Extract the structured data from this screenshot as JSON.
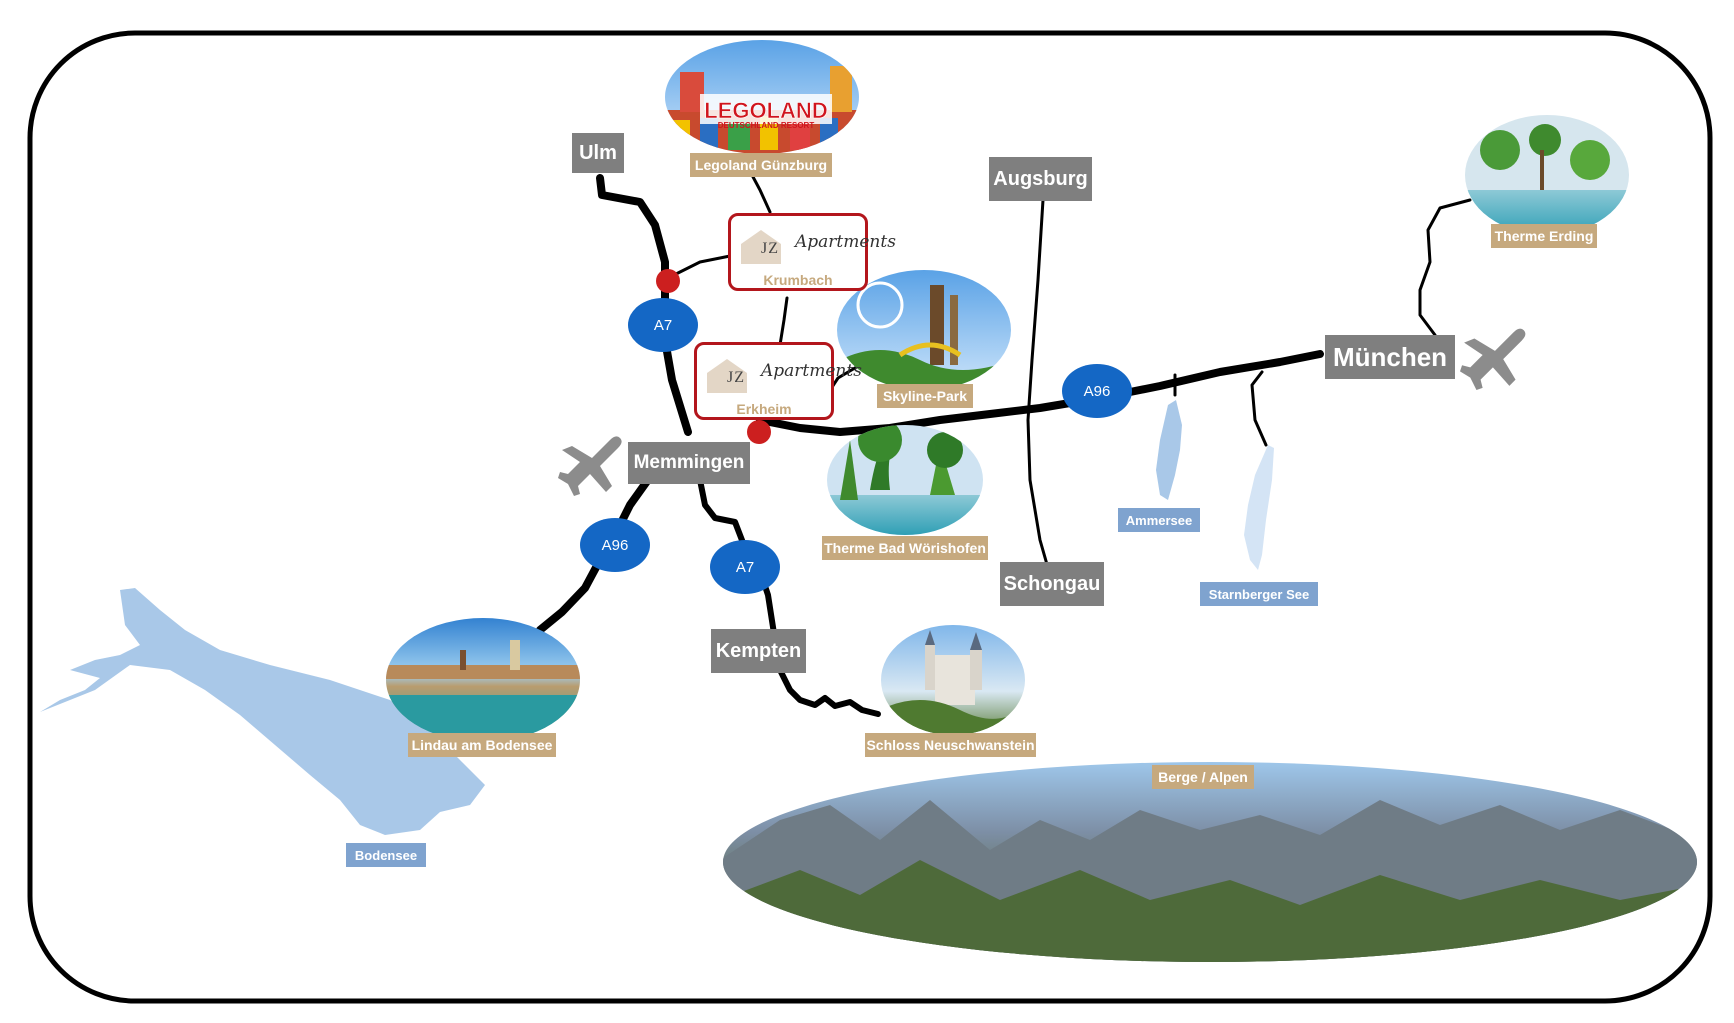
{
  "cities": {
    "ulm": "Ulm",
    "augsburg": "Augsburg",
    "muenchen": "München",
    "memmingen": "Memmingen",
    "kempten": "Kempten",
    "schongau": "Schongau"
  },
  "highways": {
    "a7_north": "A7",
    "a7_south": "A7",
    "a96_east": "A96",
    "a96_west": "A96"
  },
  "apartments": {
    "brand_initials": "JZ",
    "brand_script": "Apartments",
    "krumbach": "Krumbach",
    "erkheim": "Erkheim"
  },
  "attractions": {
    "legoland": "Legoland Günzburg",
    "skyline": "Skyline-Park",
    "woerishofen": "Therme Bad Wörishofen",
    "erding": "Therme Erding",
    "lindau": "Lindau am Bodensee",
    "neuschwanstein": "Schloss Neuschwanstein",
    "alpen": "Berge / Alpen"
  },
  "legoland_logo": {
    "name": "LEGOLAND",
    "sub": "DEUTSCHLAND RESORT"
  },
  "lakes": {
    "bodensee": "Bodensee",
    "ammersee": "Ammersee",
    "starnberger": "Starnberger See"
  },
  "colors": {
    "frame": "#000000",
    "road": "#000000",
    "city_box": "#7f7f7f",
    "attraction_label": "#c6a97e",
    "lake_label": "#7fa3cf",
    "lake_fill": "#a9c8e8",
    "highway_badge": "#1467c5",
    "apartment_border": "#b3161c",
    "junction_dot": "#cc1f1f",
    "plane_icon": "#8c8c8c"
  },
  "icons": {
    "airport": "airplane-icon",
    "apartment_logo": "house-icon",
    "junction": "junction-dot"
  }
}
